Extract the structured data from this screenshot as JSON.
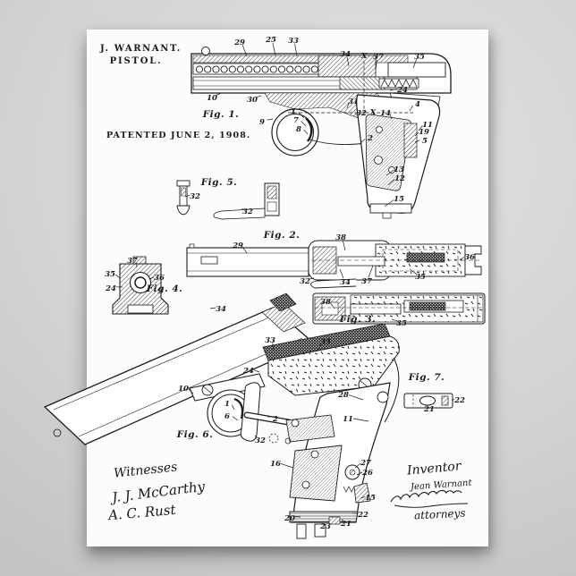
{
  "poster": {
    "header": {
      "inventor_title": "J. WARNANT.",
      "subject": "PISTOL.",
      "patent_line": "PATENTED JUNE 2, 1908."
    },
    "figures": [
      {
        "id": "fig1",
        "label": "Fig. 1.",
        "refs": [
          "29",
          "25",
          "33",
          "34",
          "X",
          "37",
          "35",
          "24",
          "10",
          "30",
          "9",
          "1",
          "7",
          "8",
          "31",
          "32",
          "X",
          "14",
          "4",
          "11",
          "19",
          "5",
          "2",
          "13",
          "12",
          "15"
        ]
      },
      {
        "id": "fig5",
        "label": "Fig. 5.",
        "refs": [
          "32",
          "32"
        ]
      },
      {
        "id": "fig2",
        "label": "Fig. 2.",
        "refs": [
          "29",
          "38",
          "36",
          "32",
          "34",
          "37",
          "35"
        ]
      },
      {
        "id": "fig3",
        "label": "Fig. 3.",
        "refs": [
          "38",
          "35"
        ]
      },
      {
        "id": "fig4",
        "label": "Fig. 4.",
        "refs": [
          "37",
          "35",
          "36",
          "24"
        ]
      },
      {
        "id": "fig6",
        "label": "Fig. 6.",
        "refs": [
          "34",
          "33",
          "35",
          "24",
          "10",
          "1",
          "6",
          "2",
          "32",
          "28",
          "11",
          "16",
          "27",
          "26",
          "15",
          "22",
          "20",
          "23",
          "21"
        ]
      },
      {
        "id": "fig7",
        "label": "Fig. 7.",
        "refs": [
          "22",
          "21"
        ]
      }
    ],
    "signatures": {
      "witnesses_label": "Witnesses",
      "witnesses": [
        "J. J. McCarthy",
        "A. C. Rust"
      ],
      "inventor_label": "Inventor",
      "inventor_name": "Jean Warnant",
      "attorneys_label": "attorneys"
    },
    "colors": {
      "ink": "#1b1b1b",
      "paper": "#fcfcfa",
      "backdrop": "#c9c7c5"
    }
  }
}
